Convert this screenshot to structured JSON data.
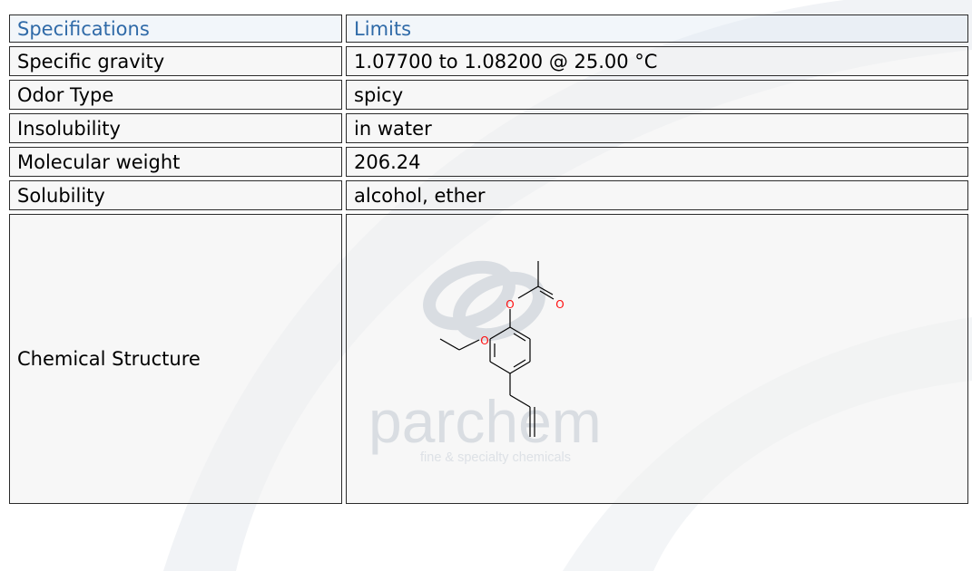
{
  "table": {
    "header": {
      "spec": "Specifications",
      "limit": "Limits"
    },
    "rows": [
      {
        "spec": "Specific gravity",
        "limit": "1.07700 to 1.08200 @ 25.00 °C"
      },
      {
        "spec": "Odor Type",
        "limit": "spicy"
      },
      {
        "spec": "Insolubility",
        "limit": "in water"
      },
      {
        "spec": "Molecular weight",
        "limit": "206.24"
      },
      {
        "spec": "Solubility",
        "limit": "alcohol, ether"
      }
    ],
    "structure": {
      "label": "Chemical Structure",
      "atom_symbol": "O"
    }
  },
  "watermark": {
    "brand": "parchem",
    "tagline": "fine & specialty chemicals"
  },
  "colors": {
    "header_text": "#2f6aa8",
    "oxygen_atom": "#ff0d0d",
    "bond": "#000000"
  }
}
